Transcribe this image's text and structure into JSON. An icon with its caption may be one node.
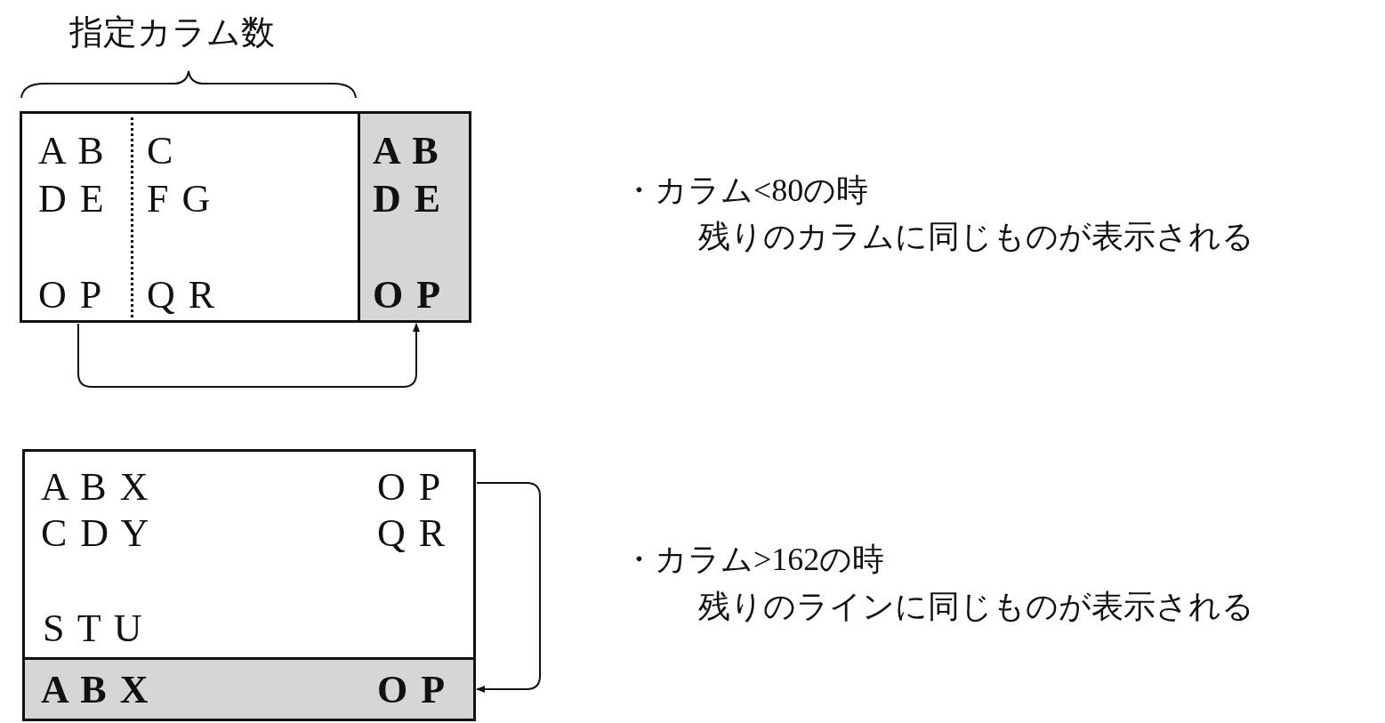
{
  "diagram": {
    "nodes": [
      {
        "text": [
          "A B",
          "D E",
          "O P"
        ]
      },
      {
        "text": [
          "C",
          "F G",
          "Q R"
        ]
      },
      {
        "text": [
          "A B",
          "D E",
          "O P"
        ]
      },
      {
        "text": [
          "A B X",
          "C D Y",
          "S T U",
          "O P",
          "Q R"
        ]
      },
      {
        "text": [
          "A B X",
          "O P"
        ]
      }
    ],
    "edges": [
      {
        "from": 0,
        "to": 2,
        "arrow": "to"
      },
      {
        "from": 3,
        "to": 4,
        "arrow": "to"
      }
    ],
    "labels": [
      "指定カラム数",
      "・カラム<80の時",
      "残りのカラムに同じものが表示される",
      "・カラム>162の時",
      "残りのラインに同じものが表示される"
    ]
  }
}
